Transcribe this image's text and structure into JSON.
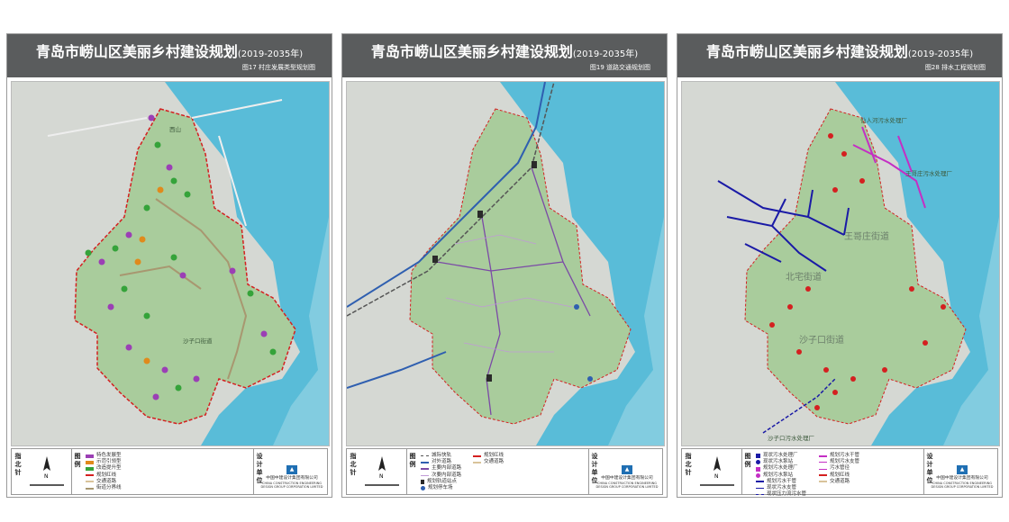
{
  "panels": [
    {
      "title": "青岛市崂山区美丽乡村建设规划",
      "year": "(2019-2035年)",
      "subtitle": "图17 村庄发展类型规划图",
      "legend_header": "图例",
      "north_header": "指北针",
      "design_header": "设计单位",
      "company_cn": "中国中建设计集团有限公司",
      "company_en": "CHINA CONSTRUCTION ENGINEERING DESIGN GROUP CORPORATION LIMITED",
      "legend": [
        {
          "label": "特色发展型",
          "color": "#9b3fb5"
        },
        {
          "label": "示范引领型",
          "color": "#e08a1c"
        },
        {
          "label": "改造提升型",
          "color": "#35a33a"
        },
        {
          "label": "规划红线",
          "color": "#d42020"
        },
        {
          "label": "交通道路",
          "color": "#d9c39a"
        },
        {
          "label": "街道分界线",
          "color": "#a89770"
        }
      ]
    },
    {
      "title": "青岛市崂山区美丽乡村建设规划",
      "year": "(2019-2035年)",
      "subtitle": "图19 道路交通规划图",
      "legend_header": "图例",
      "north_header": "指北针",
      "design_header": "设计单位",
      "company_cn": "中国中建设计集团有限公司",
      "company_en": "CHINA CONSTRUCTION ENGINEERING DESIGN GROUP CORPORATION LIMITED",
      "legend": [
        {
          "label": "城际快轨",
          "color": "#555555"
        },
        {
          "label": "对外道路",
          "color": "#2f5fb0"
        },
        {
          "label": "主要内部道路",
          "color": "#7b4aa6"
        },
        {
          "label": "次要内部道路",
          "color": "#c09ad6"
        },
        {
          "label": "规划轨道站点",
          "color": "#2a2a2a"
        },
        {
          "label": "规划停车场",
          "color": "#2f5fb0"
        },
        {
          "label": "规划红线",
          "color": "#d42020"
        },
        {
          "label": "交通道路",
          "color": "#d9c39a"
        }
      ]
    },
    {
      "title": "青岛市崂山区美丽乡村建设规划",
      "year": "(2019-2035年)",
      "subtitle": "图28 排水工程规划图",
      "legend_header": "图例",
      "north_header": "指北针",
      "design_header": "设计单位",
      "company_cn": "中国中建设计集团有限公司",
      "company_en": "CHINA CONSTRUCTION ENGINEERING DESIGN GROUP CORPORATION LIMITED",
      "legend": [
        {
          "label": "现状污水处理厂",
          "color": "#1a1aa6"
        },
        {
          "label": "现状污水泵站",
          "color": "#1a1aa6"
        },
        {
          "label": "规划污水处理厂",
          "color": "#c42fc4"
        },
        {
          "label": "规划污水泵站",
          "color": "#c42fc4"
        },
        {
          "label": "规划污水干管",
          "color": "#1a1aa6"
        },
        {
          "label": "现状污水支管",
          "color": "#1a1aa6"
        },
        {
          "label": "现状压力流污水管",
          "color": "#1a1aa6"
        },
        {
          "label": "规划污水干管",
          "color": "#c42fc4"
        },
        {
          "label": "规划污水支管",
          "color": "#c42fc4"
        },
        {
          "label": "污水管径",
          "color": "#c42fc4"
        },
        {
          "label": "规划红线",
          "color": "#d42020"
        },
        {
          "label": "交通道路",
          "color": "#d9c39a"
        }
      ],
      "district_labels": [
        "王哥庄街道",
        "北宅街道",
        "沙子口街道"
      ],
      "plant_labels": [
        "仙人河污水处理厂",
        "王哥庄污水处理厂",
        "沙子口污水处理厂"
      ]
    }
  ],
  "colors": {
    "land": "#a9cc9c",
    "sea": "#59bcd8",
    "sea_light": "#9fd7e6",
    "outside": "#d5d8d3",
    "boundary": "#d42020",
    "header": "#5a5c5d"
  }
}
